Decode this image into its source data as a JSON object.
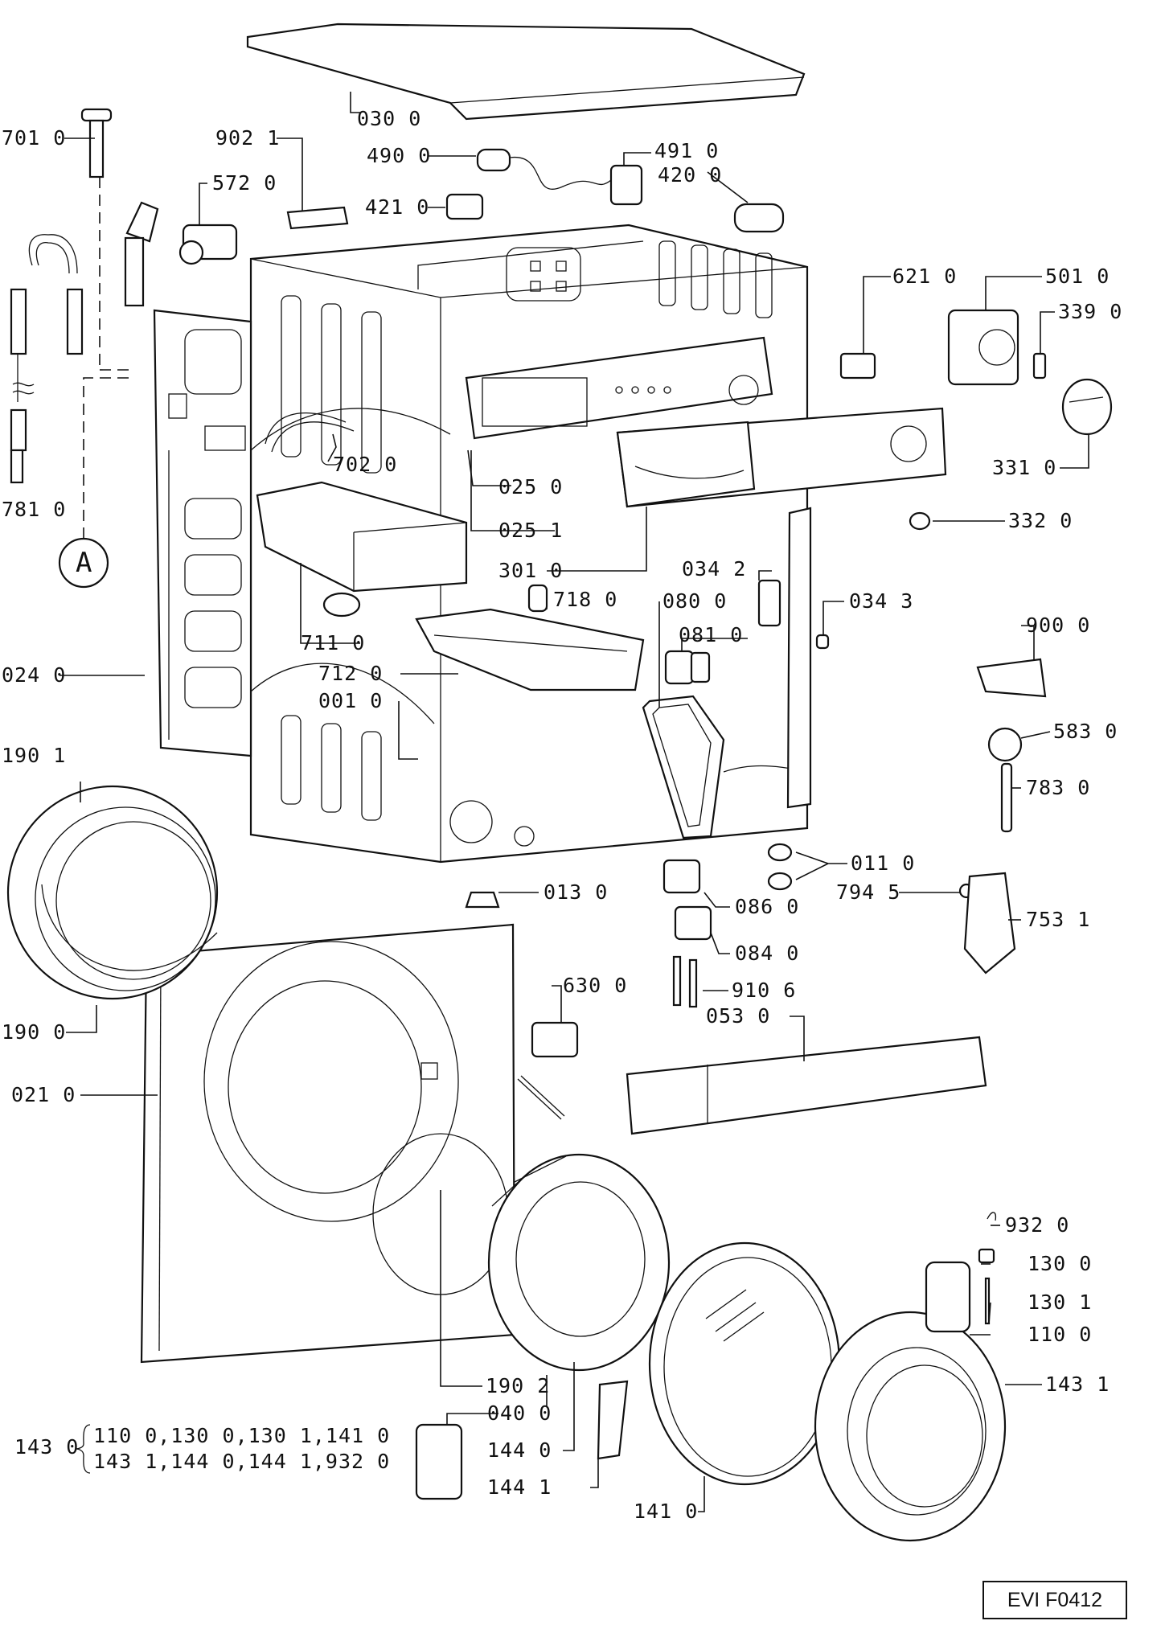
{
  "labels": {
    "p0300": "030 0",
    "p7010": "701 0",
    "p9021": "902 1",
    "p4900": "490 0",
    "p4910": "491 0",
    "p4200": "420 0",
    "p5720": "572 0",
    "p4210": "421 0",
    "p6210": "621 0",
    "p5010": "501 0",
    "p3390": "339 0",
    "p7020": "702 0",
    "p3310": "331 0",
    "p0250": "025 0",
    "p0251": "025 1",
    "p3320": "332 0",
    "p7810": "781 0",
    "p3010": "301 0",
    "p0342": "034 2",
    "p7180": "718 0",
    "p0800": "080 0",
    "p0343": "034 3",
    "p0810": "081 0",
    "p9000": "900 0",
    "p7110": "711 0",
    "p0240": "024 0",
    "p7120": "712 0",
    "p0010": "001 0",
    "p5830": "583 0",
    "p1901": "190 1",
    "p7830": "783 0",
    "p0110": "011 0",
    "p0130": "013 0",
    "p0860": "086 0",
    "p7945": "794 5",
    "p7531": "753 1",
    "p0840": "084 0",
    "p6300": "630 0",
    "p9106": "910 6",
    "p0530": "053 0",
    "p1900": "190 0",
    "p0210": "021 0",
    "p9320": "932 0",
    "p1300": "130 0",
    "p1301": "130 1",
    "p1100": "110 0",
    "p1902": "190 2",
    "p1431": "143 1",
    "p0400": "040 0",
    "p1440": "144 0",
    "p1441": "144 1",
    "p1410": "141 0",
    "kit_id": "143 0",
    "kit_line1": "110 0,130 0,130 1,141 0",
    "kit_line2": "143 1,144 0,144 1,932 0",
    "marker_a": "A"
  },
  "reference_code": "EVI F0412"
}
